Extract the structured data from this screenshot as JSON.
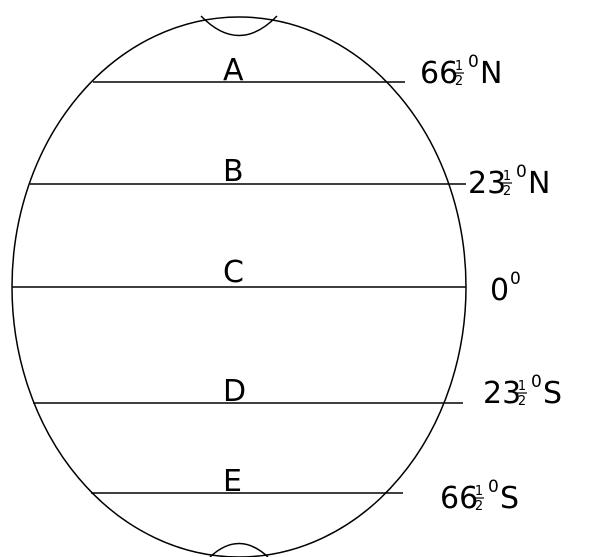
{
  "colors": {
    "stroke": "#000000",
    "background": "#ffffff"
  },
  "zones": [
    {
      "letter": "A"
    },
    {
      "letter": "B"
    },
    {
      "letter": "C"
    },
    {
      "letter": "D"
    },
    {
      "letter": "E"
    }
  ],
  "latitudes": [
    {
      "whole": "66",
      "num": "1",
      "den": "2",
      "degree": "0",
      "hemisphere": "N"
    },
    {
      "whole": "23",
      "num": "1",
      "den": "2",
      "degree": "0",
      "hemisphere": "N"
    },
    {
      "whole": "0",
      "num": "",
      "den": "",
      "degree": "0",
      "hemisphere": ""
    },
    {
      "whole": "23",
      "num": "1",
      "den": "2",
      "degree": "0",
      "hemisphere": "S"
    },
    {
      "whole": "66",
      "num": "1",
      "den": "2",
      "degree": "0",
      "hemisphere": "S"
    }
  ]
}
